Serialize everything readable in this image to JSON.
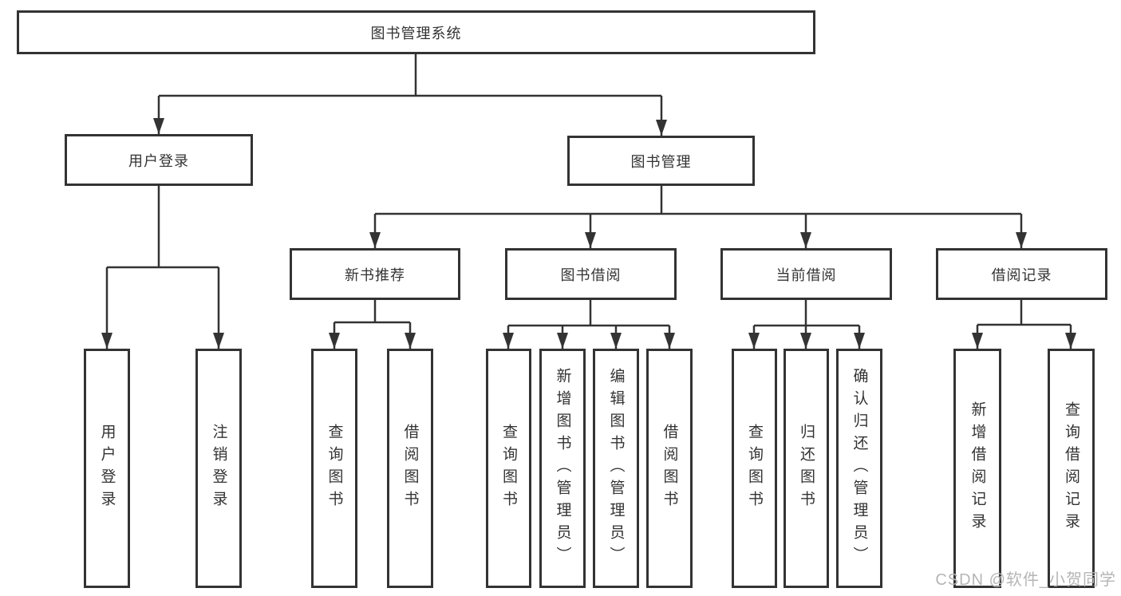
{
  "nodes": {
    "root": "图书管理系统",
    "user_login": "用户登录",
    "book_management": "图书管理",
    "new_book_recommend": "新书推荐",
    "book_borrow": "图书借阅",
    "current_borrow": "当前借阅",
    "borrow_records": "借阅记录"
  },
  "leaves": {
    "user_login": [
      "用户登录",
      "注销登录"
    ],
    "new_book_recommend": [
      "查询图书",
      "借阅图书"
    ],
    "book_borrow": [
      "查询图书",
      "新增图书（管理员）",
      "编辑图书（管理员）",
      "借阅图书"
    ],
    "current_borrow": [
      "查询图书",
      "归还图书",
      "确认归还（管理员）"
    ],
    "borrow_records": [
      "新增借阅记录",
      "查询借阅记录"
    ]
  },
  "colors": {
    "line": "#333333",
    "text": "#333333",
    "box_background": "#ffffff",
    "watermark": "#b5b5b5"
  },
  "watermark": "CSDN @软件_小贺同学"
}
